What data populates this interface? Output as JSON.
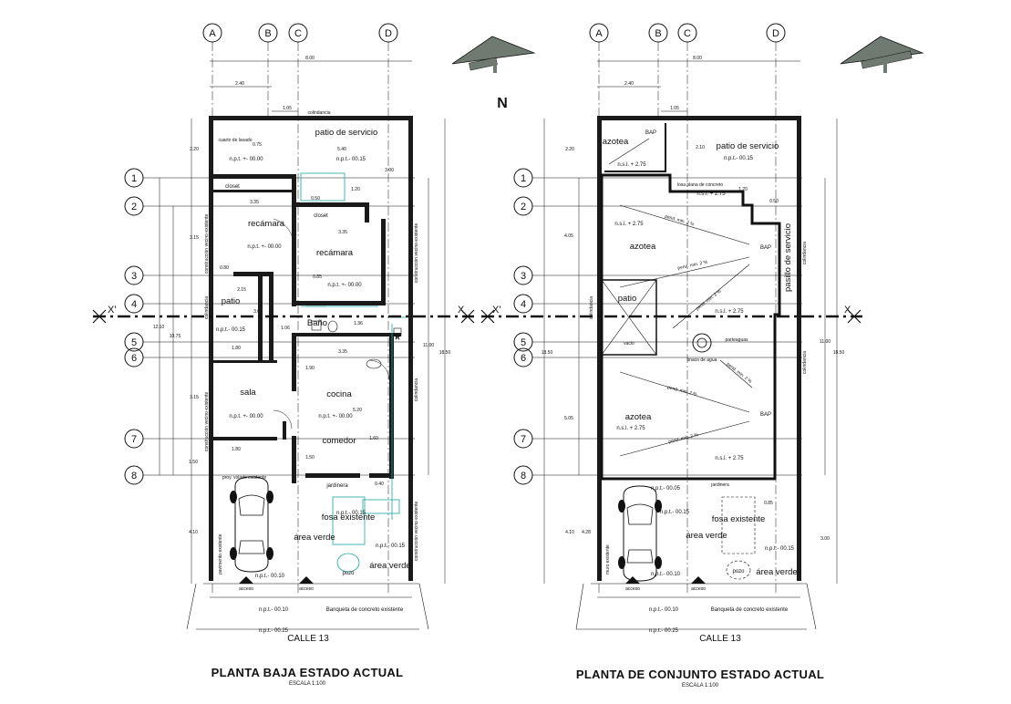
{
  "colors": {
    "ink": "#111111",
    "accent": "#19a3a3",
    "paper": "#ffffff",
    "north_fill": "#6f7a70"
  },
  "plans": [
    {
      "title": "PLANTA BAJA ESTADO ACTUAL",
      "scale": "ESCALA 1:100",
      "street": "CALLE 13",
      "col_axes": [
        "A",
        "B",
        "C",
        "D"
      ],
      "row_axes": [
        "1",
        "2",
        "3",
        "4",
        "5",
        "6",
        "7",
        "8"
      ],
      "section_marks": [
        "X'",
        "X"
      ],
      "dims": {
        "total_width": "8.00",
        "d240": "2.40",
        "d105": "1.05",
        "d540": "5.40",
        "d220": "2.20",
        "d315a": "3.15",
        "d315b": "3.15",
        "d1210": "12.10",
        "d1075": "10.75",
        "d1100": "11.00",
        "d1850": "18.50",
        "d410": "4.10",
        "d150": "1.50",
        "d080": "0.80",
        "d050": "0.50",
        "d120": "1.20",
        "d335a": "3.35",
        "d335b": "3.35",
        "d335c": "3.35",
        "d215": "2.15",
        "d300": "3.00",
        "d106": "1.06",
        "d136": "1.36",
        "d180a": "1.80",
        "d180b": "1.80",
        "d190": "1.90",
        "d520": "5.20",
        "d085": "0.85",
        "d075": "0.75",
        "d300b": "3.00",
        "d160": "1.60",
        "d150b": "1.50",
        "d040": "0.40"
      },
      "labels": {
        "colindancia_top": "colindancia",
        "cuarto_lavado": "cuarto de lavado",
        "patio_servicio": "patio de servicio",
        "npt_00": "n.p.t. +- 00.00",
        "npt_015": "n.p.t.- 00.15",
        "closet1": "closet",
        "closet2": "closet",
        "recamara1": "recámara",
        "recamara2": "recámara",
        "patio": "patio",
        "bano": "Baño",
        "sala": "sala",
        "cocina": "cocina",
        "comedor": "comedor",
        "jardinera": "jardinera",
        "proy_volado": "proy. volado existente",
        "fosa": "fosa existente",
        "area_verde1": "área verde",
        "area_verde2": "área verde",
        "pozo": "pozo",
        "acceso1": "acceso",
        "acceso2": "acceso",
        "npt_010": "n.p.t.- 00.10",
        "npt_025": "n.p.t.- 00.25",
        "banqueta": "Banqueta de concreto existente",
        "pavimento": "pavimento existente",
        "const_vecino": "construcción vecino existente",
        "colindancia_side": "colindancia",
        "r_mark": "R"
      }
    },
    {
      "title": "PLANTA DE CONJUNTO ESTADO ACTUAL",
      "scale": "ESCALA 1:100",
      "street": "CALLE 13",
      "col_axes": [
        "A",
        "B",
        "C",
        "D"
      ],
      "row_axes": [
        "1",
        "2",
        "3",
        "4",
        "5",
        "6",
        "7",
        "8"
      ],
      "section_marks": [
        "X'",
        "X"
      ],
      "labels": {
        "azotea1": "azotea",
        "azotea2": "azotea",
        "azotea3": "azotea",
        "bap": "BAP",
        "pend": "pend. min. 2 %",
        "nsl275": "n.s.l. + 2.75",
        "losa": "losa plana de concreto",
        "patio_servicio": "patio de servicio",
        "patio": "patio",
        "vacio": "vacio",
        "tinaco": "tinaco de agua",
        "parteaguas": "parteaguas",
        "pasillo": "pasillo de servicio",
        "fosa": "fosa existente",
        "area_verde1": "área verde",
        "area_verde2": "área verde",
        "pozo": "pozo",
        "npt_005": "n.p.t.- 00.05",
        "npt_015": "n.p.t.- 00.15",
        "npt_010": "n.p.t.- 00.10",
        "npt_025": "n.p.t.- 00.25",
        "banqueta": "Banqueta de concreto existente",
        "jardinera": "jardinera",
        "muro_existente": "muro existente",
        "colindancia": "colindancia",
        "acceso": "acceso"
      },
      "dims": {
        "total_width": "8.00",
        "d240": "2.40",
        "d105": "1.05",
        "d220": "2.20",
        "d210": "2.10",
        "d120": "1.20",
        "d405": "4.05",
        "d505": "5.05",
        "d1100": "11.00",
        "d1850": "18.50",
        "d410": "4.10",
        "d428": "4.28",
        "d300": "3.00",
        "d050": "0.50",
        "d085": "0.85"
      }
    }
  ],
  "north": {
    "label": "N"
  }
}
